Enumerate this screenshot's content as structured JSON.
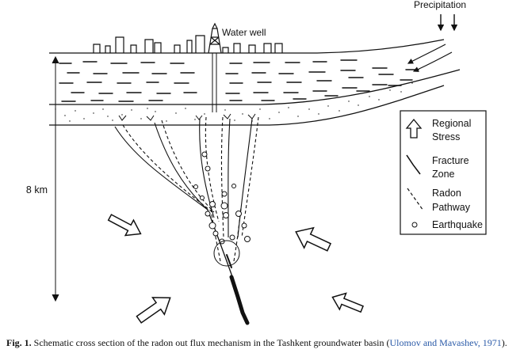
{
  "labels": {
    "precipitation": "Precipitation",
    "water_well": "Water well",
    "depth": "8 km"
  },
  "legend": {
    "regional_stress_line1": "Regional",
    "regional_stress_line2": "Stress",
    "fracture_zone_line1": "Fracture",
    "fracture_zone_line2": "Zone",
    "radon_pathway_line1": "Radon",
    "radon_pathway_line2": "Pathway",
    "earthquake": "Earthquake"
  },
  "caption": {
    "fig_no": "Fig. 1.",
    "text": " Schematic cross section of the radon out flux mechanism in the Tashkent groundwater basin (",
    "citation": "Ulomov and Mavashev, 1971",
    "end": ")."
  },
  "colors": {
    "ink": "#111111",
    "citation": "#2a5aa8"
  }
}
